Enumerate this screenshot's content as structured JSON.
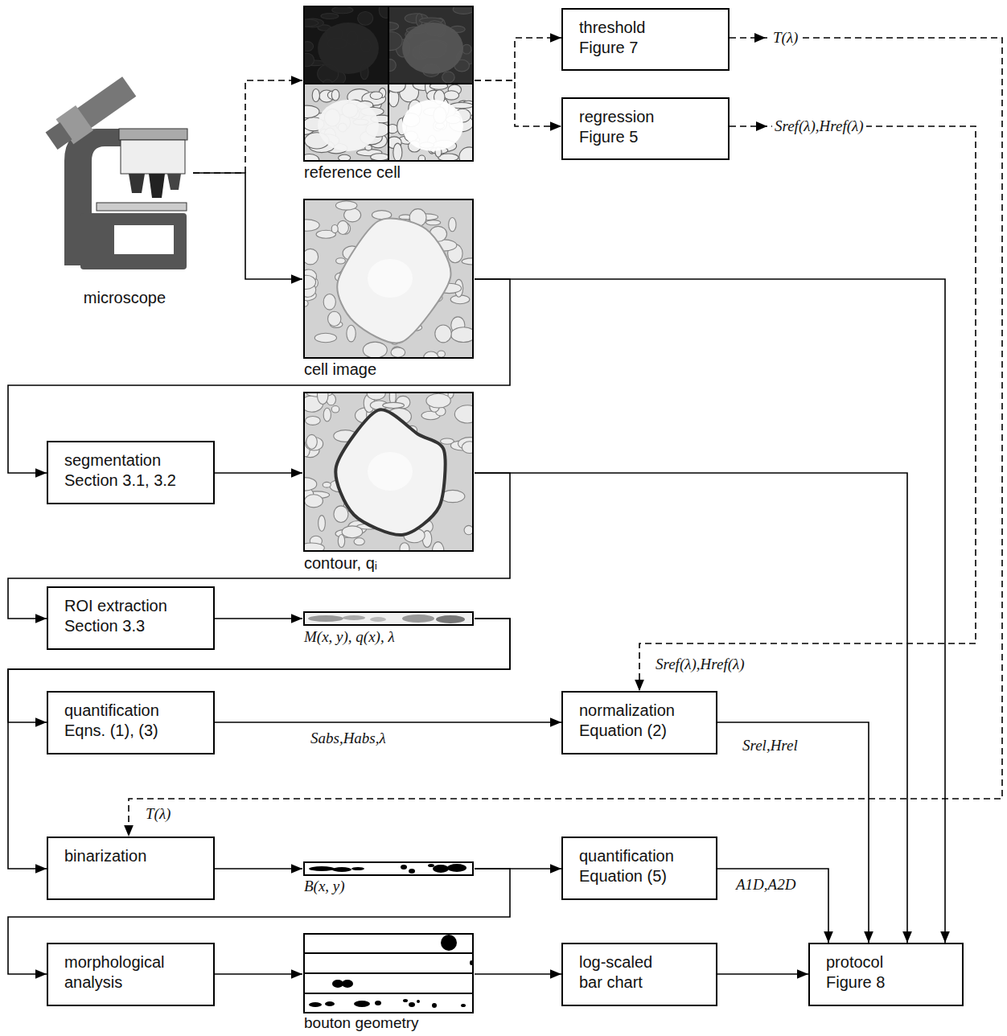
{
  "diagram": {
    "nodes": [
      {
        "text": [
          "microscope"
        ]
      },
      {
        "text": [
          "reference cell"
        ]
      },
      {
        "text": [
          "threshold",
          "Figure 7"
        ]
      },
      {
        "text": [
          "regression",
          "Figure 5"
        ]
      },
      {
        "text": [
          "cell image"
        ]
      },
      {
        "text": [
          "segmentation",
          "Section 3.1, 3.2"
        ]
      },
      {
        "text": [
          "contour, qᵢ"
        ]
      },
      {
        "text": [
          "ROI extraction",
          "Section 3.3"
        ]
      },
      {
        "text": [
          "M(x, y), q(x), λ"
        ]
      },
      {
        "text": [
          "quantification",
          "Eqns. (1), (3)"
        ]
      },
      {
        "text": [
          "normalization",
          "Equation (2)"
        ]
      },
      {
        "text": [
          "binarization"
        ]
      },
      {
        "text": [
          "B(x, y)"
        ]
      },
      {
        "text": [
          "quantification",
          "Equation (5)"
        ]
      },
      {
        "text": [
          "morphological analysis"
        ]
      },
      {
        "text": [
          "bouton geometry"
        ]
      },
      {
        "text": [
          "log-scaled bar chart"
        ]
      },
      {
        "text": [
          "protocol",
          "Figure 8"
        ]
      }
    ],
    "edges": [
      {
        "from": 0,
        "to": 1,
        "arrow": "to"
      },
      {
        "from": 0,
        "to": 4,
        "arrow": "to"
      },
      {
        "from": 1,
        "to": 2,
        "arrow": "to"
      },
      {
        "from": 1,
        "to": 3,
        "arrow": "to"
      },
      {
        "from": 2,
        "to": 11,
        "arrow": "to",
        "label": "T(λ)"
      },
      {
        "from": 3,
        "to": 10,
        "arrow": "to",
        "label": "Sref(λ),Href(λ)"
      },
      {
        "from": 4,
        "to": 5,
        "arrow": "to"
      },
      {
        "from": 4,
        "to": 17,
        "arrow": "to"
      },
      {
        "from": 5,
        "to": 6,
        "arrow": "to"
      },
      {
        "from": 6,
        "to": 7,
        "arrow": "to"
      },
      {
        "from": 6,
        "to": 17,
        "arrow": "to"
      },
      {
        "from": 7,
        "to": 8,
        "arrow": "to"
      },
      {
        "from": 8,
        "to": 9,
        "arrow": "to"
      },
      {
        "from": 8,
        "to": 11,
        "arrow": "to"
      },
      {
        "from": 9,
        "to": 10,
        "arrow": "to",
        "label": "Sabs,Habs,λ"
      },
      {
        "from": 10,
        "to": 17,
        "arrow": "to",
        "label": "Srel,Hrel"
      },
      {
        "from": 11,
        "to": 12,
        "arrow": "to"
      },
      {
        "from": 12,
        "to": 13,
        "arrow": "to"
      },
      {
        "from": 12,
        "to": 14,
        "arrow": "to"
      },
      {
        "from": 13,
        "to": 17,
        "arrow": "to",
        "label": "A1D,A2D"
      },
      {
        "from": 14,
        "to": 15,
        "arrow": "to"
      },
      {
        "from": 15,
        "to": 16,
        "arrow": "to"
      },
      {
        "from": 16,
        "to": 17,
        "arrow": "to"
      }
    ],
    "labels": [
      "T(λ)",
      "Sref(λ),Href(λ)"
    ]
  }
}
